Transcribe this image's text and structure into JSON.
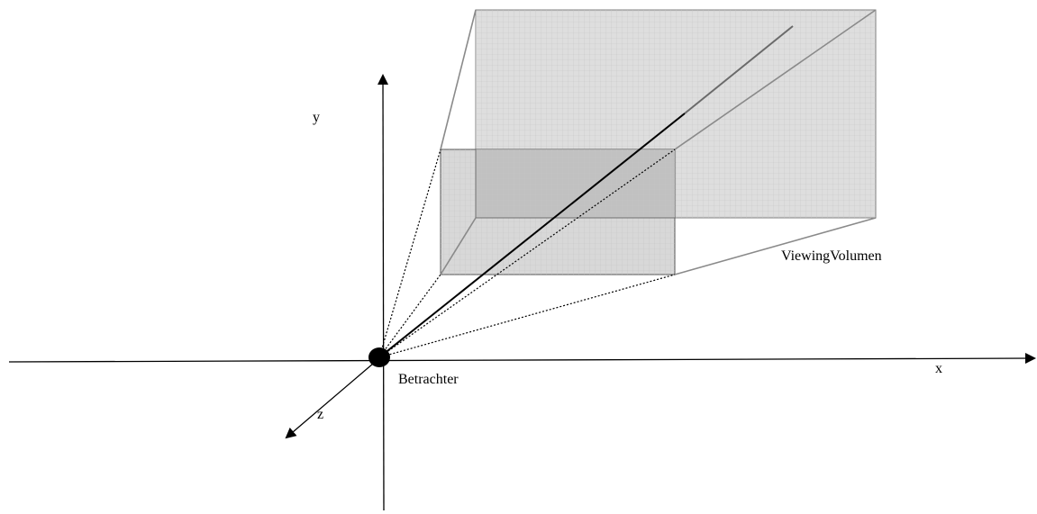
{
  "labels": {
    "y_axis": "y",
    "x_axis": "x",
    "z_axis": "z",
    "viewer": "Betrachter",
    "volume": "ViewingVolumen"
  },
  "colors": {
    "far_plane_fill": "#dedede",
    "near_plane_fill": "#d3d3d3",
    "overlap_fill": "#bdbdbd",
    "grid": "#c9c9c9",
    "frustum_edge": "#8a8a8a",
    "axis": "#000000"
  }
}
